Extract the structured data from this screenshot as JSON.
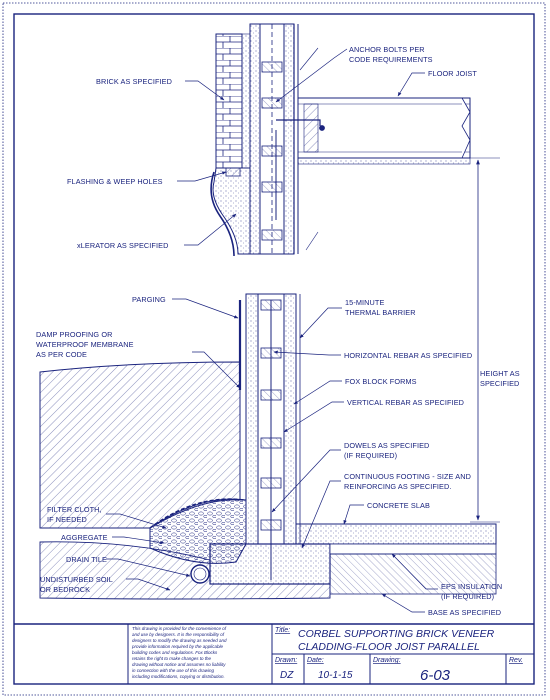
{
  "labels": {
    "anchor_bolts": [
      "ANCHOR BOLTS PER",
      "CODE REQUIREMENTS"
    ],
    "floor_joist": "FLOOR JOIST",
    "brick": "BRICK AS SPECIFIED",
    "flashing": "FLASHING & WEEP HOLES",
    "xlerator": "xLERATOR AS SPECIFIED",
    "parging": "PARGING",
    "thermal_barrier": [
      "15-MINUTE",
      "THERMAL BARRIER"
    ],
    "damp_proofing": [
      "DAMP PROOFING OR",
      "WATERPROOF MEMBRANE",
      "AS PER CODE"
    ],
    "horizontal_rebar": "HORIZONTAL REBAR AS SPECIFIED",
    "height": [
      "HEIGHT AS",
      "SPECIFIED"
    ],
    "fox_block": "FOX BLOCK FORMS",
    "vertical_rebar": "VERTICAL REBAR AS SPECIFIED",
    "dowels": [
      "DOWELS  AS SPECIFIED",
      "(IF REQUIRED)"
    ],
    "footing": [
      "CONTINUOUS FOOTING - SIZE AND",
      "REINFORCING AS SPECIFIED."
    ],
    "filter_cloth": [
      "FILTER CLOTH,",
      "IF NEEDED"
    ],
    "concrete_slab": "CONCRETE SLAB",
    "aggregate": "AGGREGATE",
    "drain_tile": "DRAIN TILE",
    "undisturbed": [
      "UNDISTURBED SOIL",
      "OR BEDROCK"
    ],
    "eps": [
      "EPS INSULATION",
      "(IF REQUIRED)"
    ],
    "base": "BASE AS SPECIFIED"
  },
  "title_block": {
    "disclaimer": [
      "This drawing is provided for the convenience of",
      "and use by designers.  It is the responsibility of",
      "designers to modify the drawing as needed and",
      "provide information required by the applicable",
      "building codes and regulations.  Fox Blocks",
      "retains the right to make changes to the",
      "drawing without notice and assumes no liability",
      "in connection with the use of this drawing",
      "including modifications, copying or distribution."
    ],
    "title_caption": "Title:",
    "title_lines": [
      "CORBEL SUPPORTING BRICK VENEER",
      "CLADDING-FLOOR JOIST PARALLEL"
    ],
    "drawn_caption": "Drawn:",
    "drawn_value": "DZ",
    "date_caption": "Date:",
    "date_value": "10-1-15",
    "drawing_caption": "Drawing:",
    "drawing_value": "6-03",
    "rev_caption": "Rev."
  },
  "colors": {
    "ink": "#1a237e",
    "linework": "#1a237e"
  }
}
